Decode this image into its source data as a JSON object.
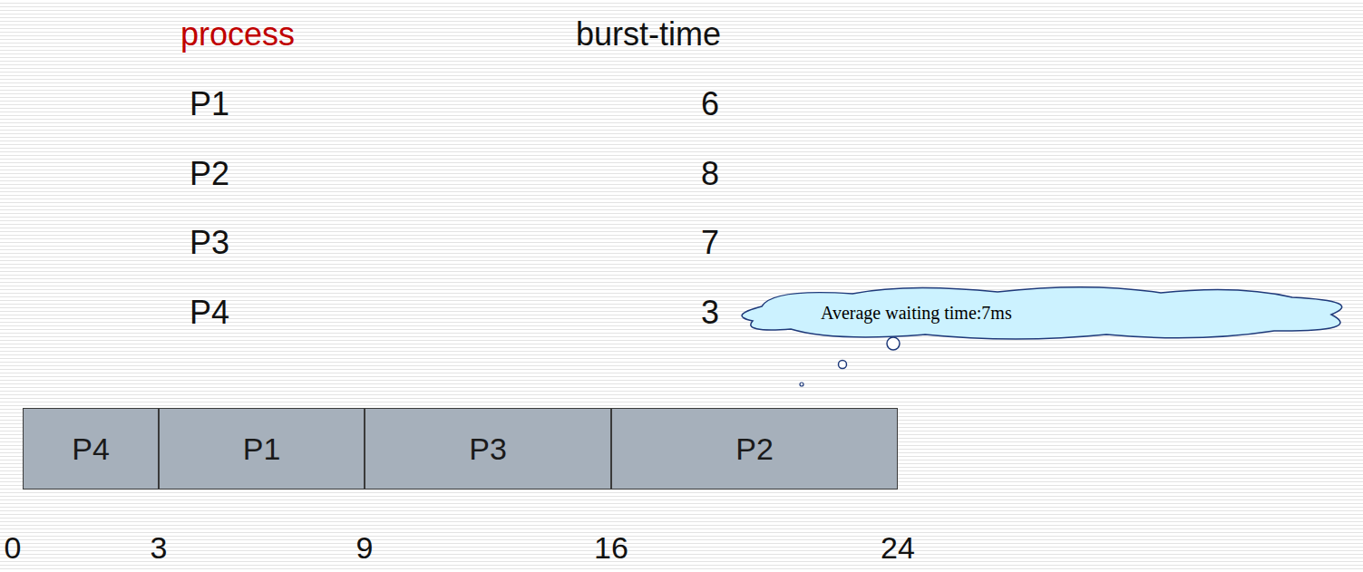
{
  "diagram": {
    "nodes": [
      {
        "text": [
          "Average waiting time:7ms"
        ]
      },
      {
        "text": [
          "P4"
        ]
      },
      {
        "text": [
          "P1"
        ]
      },
      {
        "text": [
          "P3"
        ]
      },
      {
        "text": [
          "P2"
        ]
      }
    ],
    "labels": [
      "process",
      "burst-time",
      "P1",
      "6",
      "P2",
      "8",
      "P3",
      "7",
      "P4",
      "3",
      "0",
      "3",
      "9",
      "16",
      "24"
    ]
  }
}
